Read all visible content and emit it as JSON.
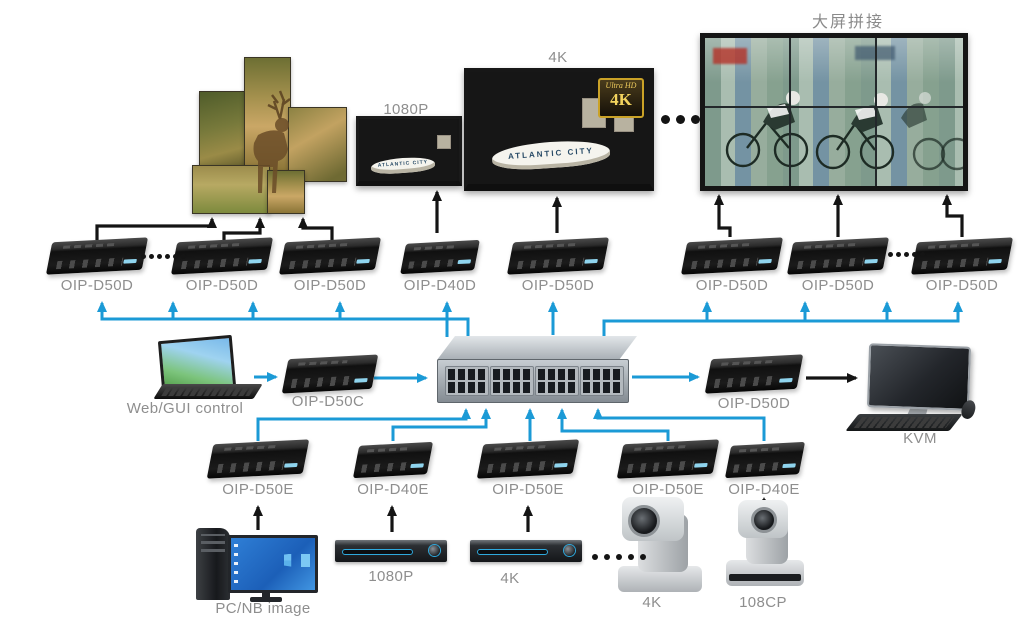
{
  "colors": {
    "line_blue": "#1b9ad6",
    "line_black": "#141414",
    "label_gray": "#8e8e8e"
  },
  "wall_title": "大屏拼接",
  "displays": {
    "monitor1080": {
      "label": "1080P",
      "boat_text": "ATLANTIC CITY"
    },
    "tv4k": {
      "label": "4K",
      "boat_text": "ATLANTIC CITY",
      "badge_top": "Ultra HD",
      "badge_main": "4K"
    }
  },
  "receivers": [
    {
      "label": "OIP-D50D"
    },
    {
      "label": "OIP-D50D"
    },
    {
      "label": "OIP-D50D"
    },
    {
      "label": "OIP-D40D"
    },
    {
      "label": "OIP-D50D"
    },
    {
      "label": "OIP-D50D"
    },
    {
      "label": "OIP-D50D"
    },
    {
      "label": "OIP-D50D"
    }
  ],
  "control": {
    "laptop": "Web/GUI control",
    "encoder": "OIP-D50C"
  },
  "kvm_branch": {
    "receiver": "OIP-D50D",
    "display": "KVM"
  },
  "encoders": [
    "OIP-D50E",
    "OIP-D40E",
    "OIP-D50E",
    "OIP-D50E",
    "OIP-D40E"
  ],
  "sources": {
    "pc": "PC/NB image",
    "player1080": "1080P",
    "player4k": "4K",
    "cam4k": "4K",
    "cam1080": "108CP"
  }
}
